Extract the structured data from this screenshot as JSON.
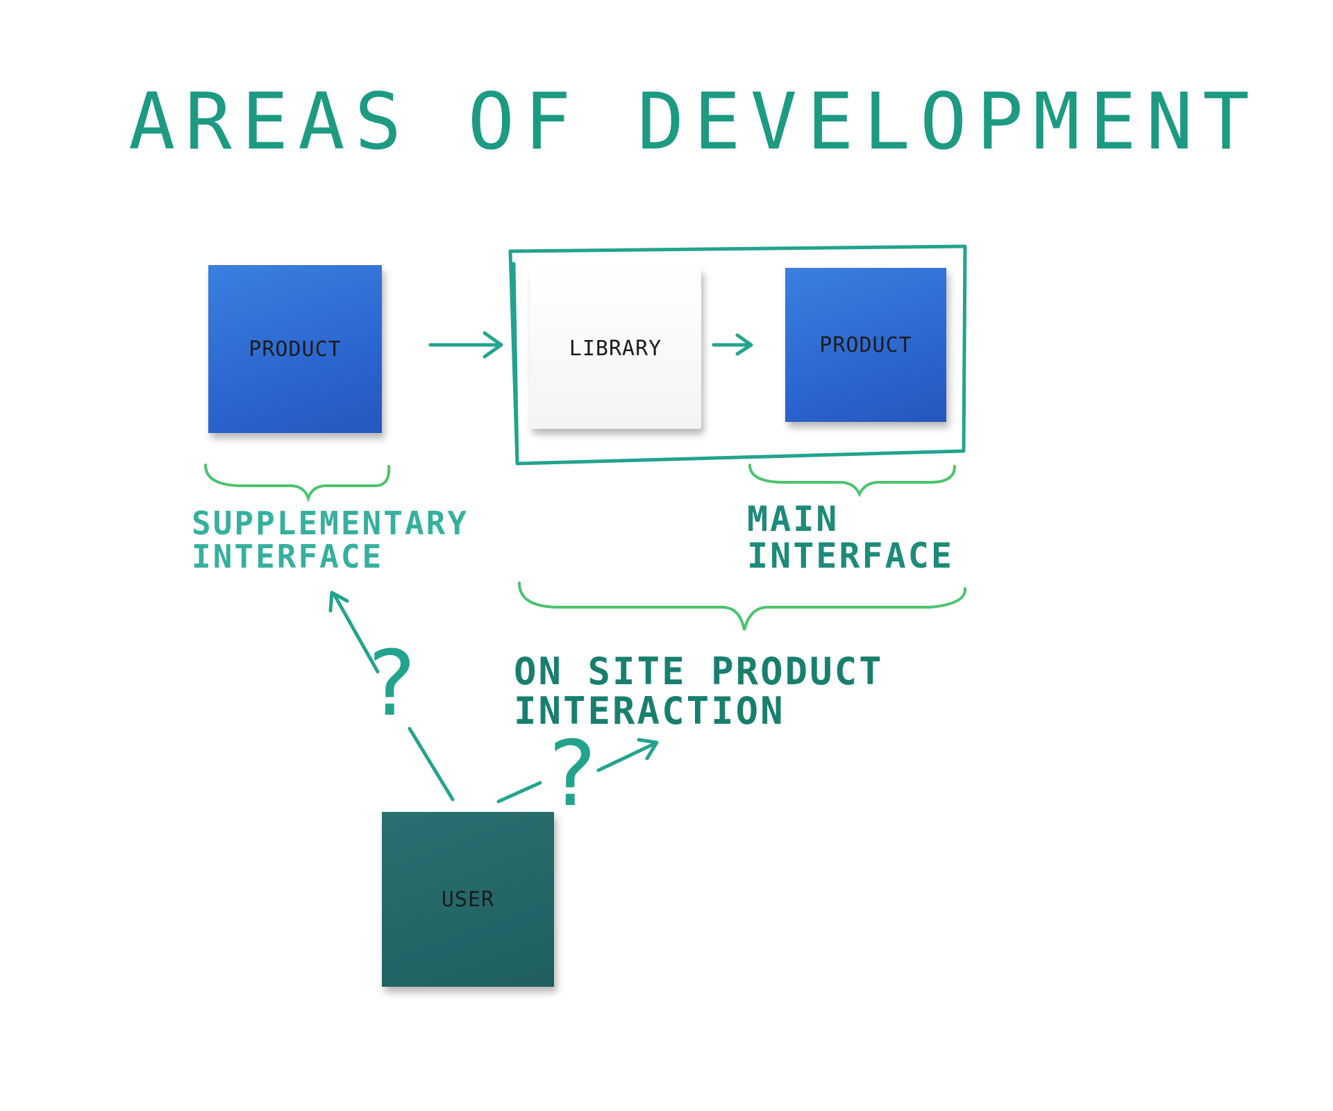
{
  "title": "AREAS OF DEVELOPMENT",
  "notes": {
    "product_left": "PRODUCT",
    "library": "LIBRARY",
    "product_right": "PRODUCT",
    "user": "USER"
  },
  "labels": {
    "supplementary_interface": "SUPPLEMENTARY\nINTERFACE",
    "main_interface": "MAIN\nINTERFACE",
    "on_site_product_interaction": "ON SITE PRODUCT\nINTERACTION"
  },
  "question_mark": "?",
  "colors": {
    "ink": "#1d9a82",
    "brace": "#4cc36e",
    "note_blue": "#2b66cf",
    "note_white": "#f7f7f7",
    "note_teal": "#1f5f60"
  }
}
